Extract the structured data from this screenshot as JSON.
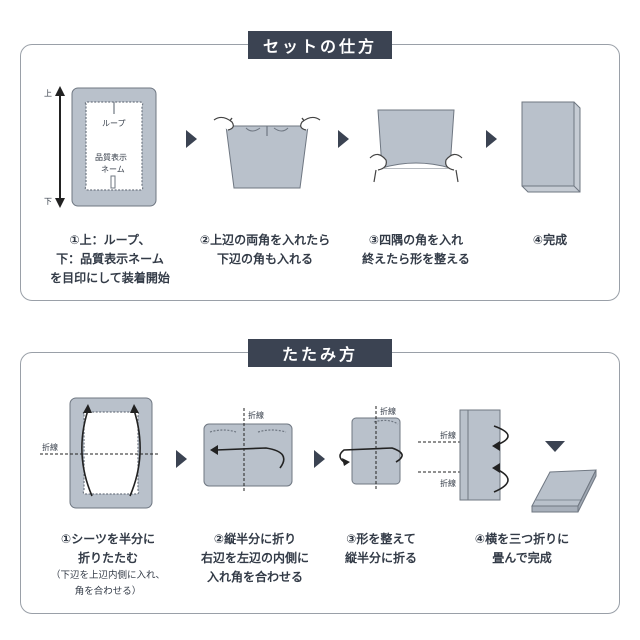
{
  "set_section": {
    "title": "セットの仕方",
    "labels": {
      "top": "上",
      "bottom": "下",
      "loop": "ループ",
      "quality_label_1": "品質表示",
      "quality_label_2": "ネーム"
    },
    "steps": [
      {
        "line1": "①上：ループ、",
        "line2": "下：品質表示ネーム",
        "line3": "を目印にして装着開始"
      },
      {
        "line1": "②上辺の両角を入れたら",
        "line2": "下辺の角も入れる"
      },
      {
        "line1": "③四隅の角を入れ",
        "line2": "終えたら形を整える"
      },
      {
        "line1": "④完成"
      }
    ]
  },
  "fold_section": {
    "title": "たたみ方",
    "labels": {
      "fold_line": "折線"
    },
    "steps": [
      {
        "line1": "①シーツを半分に",
        "line2": "折りたたむ",
        "note1": "（下辺を上辺内側に入れ、",
        "note2": "角を合わせる）"
      },
      {
        "line1": "②縦半分に折り",
        "line2": "右辺を左辺の内側に",
        "line3": "入れ角を合わせる"
      },
      {
        "line1": "③形を整えて",
        "line2": "縦半分に折る"
      },
      {
        "line1": "④横を三つ折りに",
        "line2": "畳んで完成"
      }
    ]
  },
  "colors": {
    "accent": "#3b4352",
    "sheet": "#b9c1cb",
    "text": "#333b47"
  }
}
